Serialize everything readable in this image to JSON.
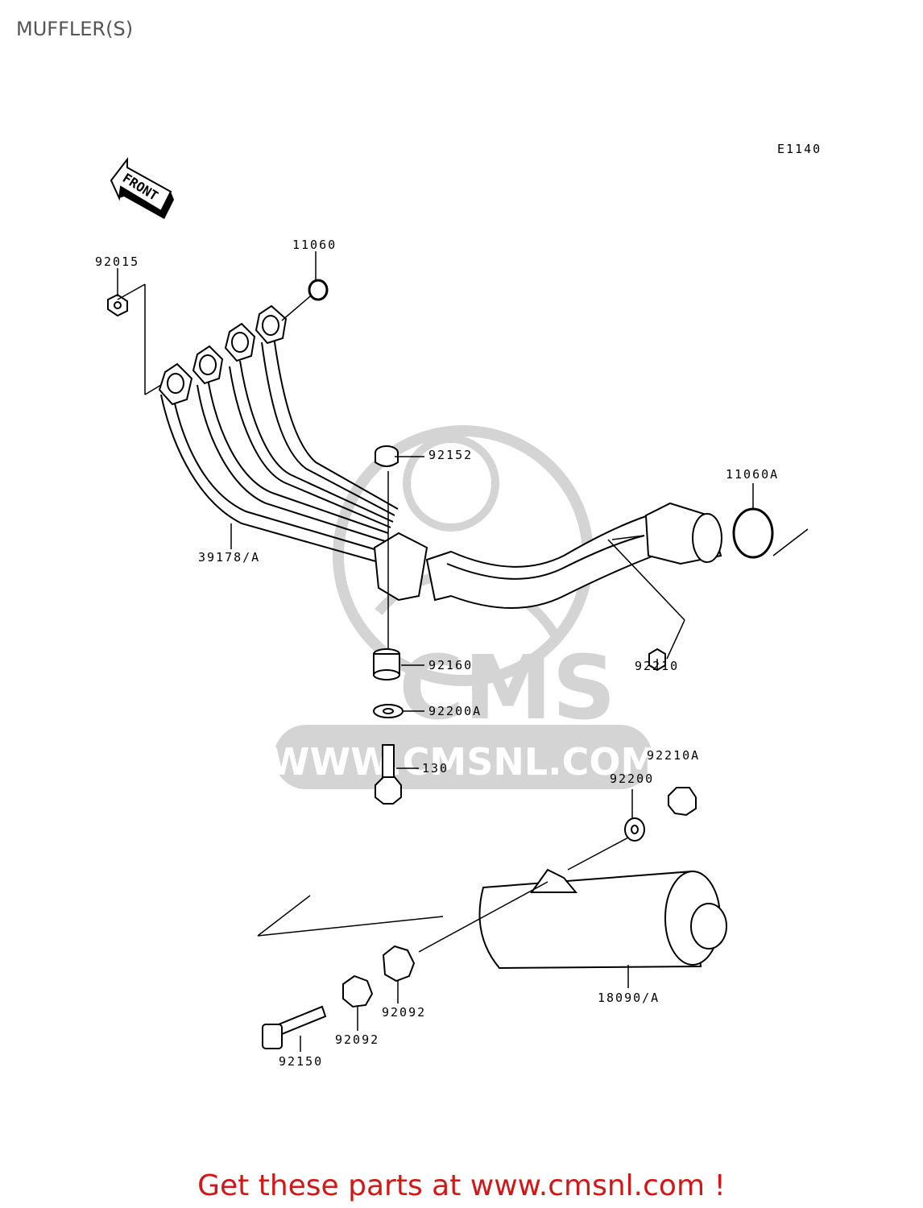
{
  "page": {
    "title": "MUFFLER(S)"
  },
  "diagram": {
    "code": "E1140",
    "front_label": "FRONT",
    "parts": [
      {
        "id": "92015"
      },
      {
        "id": "11060"
      },
      {
        "id": "39178/A"
      },
      {
        "id": "92152"
      },
      {
        "id": "11060A"
      },
      {
        "id": "92160"
      },
      {
        "id": "92210"
      },
      {
        "id": "92200A"
      },
      {
        "id": "130"
      },
      {
        "id": "92210A"
      },
      {
        "id": "92200"
      },
      {
        "id": "18090/A"
      },
      {
        "id": "92092"
      },
      {
        "id": "92092"
      },
      {
        "id": "92150"
      }
    ]
  },
  "watermark": {
    "logo": "CMS",
    "url": "WWW.CMSNL.COM"
  },
  "promo": {
    "text": "Get these parts at www.cmsnl.com !"
  },
  "colors": {
    "promo": "#d01818",
    "title": "#555555",
    "watermark": "#d4d4d4"
  }
}
